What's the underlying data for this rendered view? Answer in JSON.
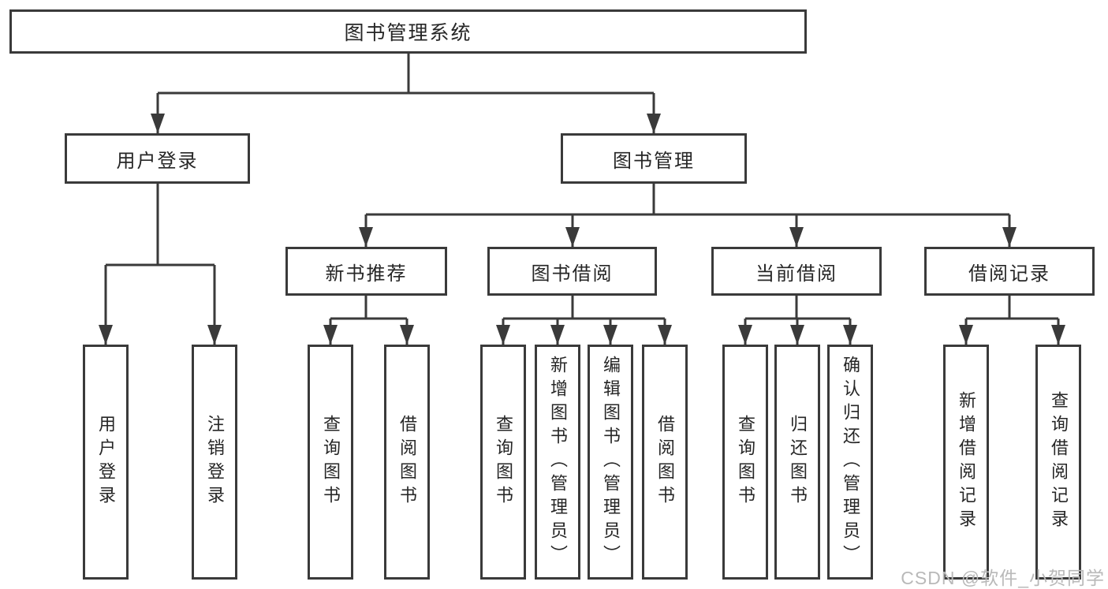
{
  "root": {
    "label": "图书管理系统"
  },
  "tree": {
    "login": {
      "label": "用户登录",
      "leaves": [
        "用户登录",
        "注销登录"
      ]
    },
    "management": {
      "label": "图书管理",
      "children": [
        {
          "label": "新书推荐",
          "leaves": [
            "查询图书",
            "借阅图书"
          ]
        },
        {
          "label": "图书借阅",
          "leaves": [
            "查询图书",
            "新增图书（管理员）",
            "编辑图书（管理员）",
            "借阅图书"
          ]
        },
        {
          "label": "当前借阅",
          "leaves": [
            "查询图书",
            "归还图书",
            "确认归还（管理员）"
          ]
        },
        {
          "label": "借阅记录",
          "leaves": [
            "新增借阅记录",
            "查询借阅记录"
          ]
        }
      ]
    }
  },
  "watermark": {
    "text": "CSDN @软件_小贺同学"
  },
  "colors": {
    "line": "#3a3a3a",
    "text": "#262626",
    "watermark": "#b9b9b9",
    "background": "#ffffff"
  }
}
